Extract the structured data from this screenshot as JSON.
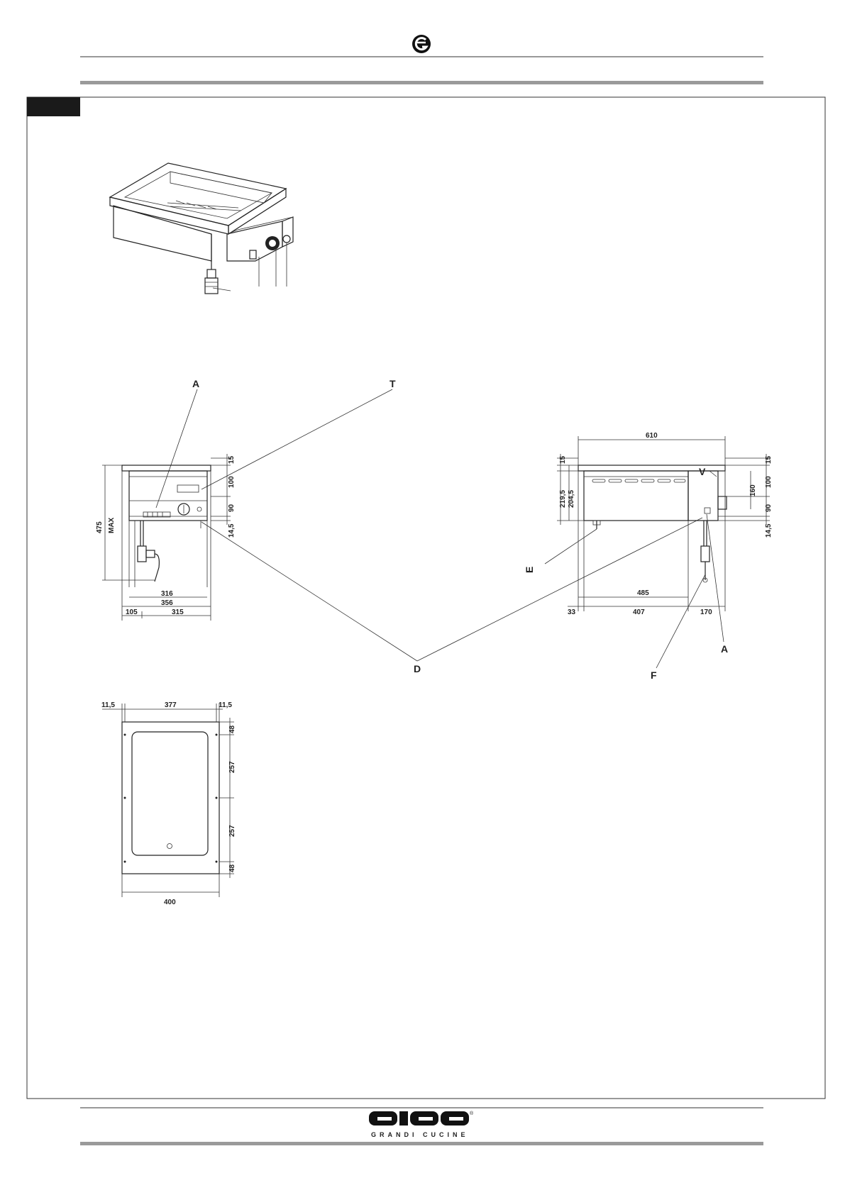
{
  "brand": {
    "logo_text": "GIGA",
    "tagline": "GRANDI CUCINE",
    "registered_mark": "®",
    "colors": {
      "rule_gray": "#9a9a9a",
      "tab_black": "#1a1a1a",
      "ink": "#222222"
    }
  },
  "header": {
    "emblem_icon": "brand-emblem-icon"
  },
  "front_view": {
    "callouts": {
      "a": "A",
      "t": "T",
      "d": "D"
    },
    "vertical_dims": {
      "top": "15",
      "panel": "100",
      "control": "90",
      "bottom": "14,5",
      "height": "475",
      "height_note": "MAX"
    },
    "horizontal_dims": {
      "inner": "316",
      "outer": "356",
      "offset": "105",
      "span": "315"
    }
  },
  "side_view": {
    "callouts": {
      "v": "V",
      "e": "E",
      "a": "A",
      "f": "F"
    },
    "top_width": "610",
    "left_dims": {
      "top": "15",
      "total": "219,5",
      "body": "204,5"
    },
    "right_dims": {
      "top": "15",
      "upper": "100",
      "control_box": "160",
      "lower": "90",
      "bottom": "14,5"
    },
    "bottom_dims": {
      "span": "485",
      "offset": "33",
      "left_part": "407",
      "right_part": "170"
    }
  },
  "cutout_view": {
    "top_dims": {
      "left_margin": "11,5",
      "inner": "377",
      "right_margin": "11,5"
    },
    "right_dims": {
      "top": "48",
      "upper": "257",
      "lower": "257",
      "bottom": "48"
    },
    "bottom_width": "400"
  }
}
